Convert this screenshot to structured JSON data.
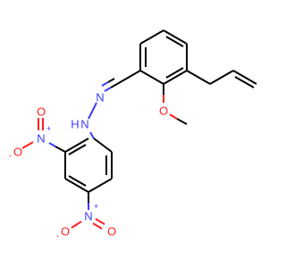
{
  "structure": {
    "colors": {
      "carbon_bond": "#000000",
      "nitrogen": "#3a3aff",
      "oxygen": "#ff2020"
    },
    "labels": {
      "hydrazone_n": "N",
      "hydrazone_nh_n": "N",
      "hydrazone_nh_h": "H",
      "methoxy_o": "O",
      "nitro_top_n": "N",
      "nitro_top_n_charge": "+",
      "nitro_top_o_double": "O",
      "nitro_top_o_single": "O",
      "nitro_top_o_charge": "-",
      "nitro_bottom_n": "N",
      "nitro_bottom_n_charge": "+",
      "nitro_bottom_o_single": "O",
      "nitro_bottom_o_charge": "-",
      "nitro_bottom_o_double": "O"
    }
  }
}
